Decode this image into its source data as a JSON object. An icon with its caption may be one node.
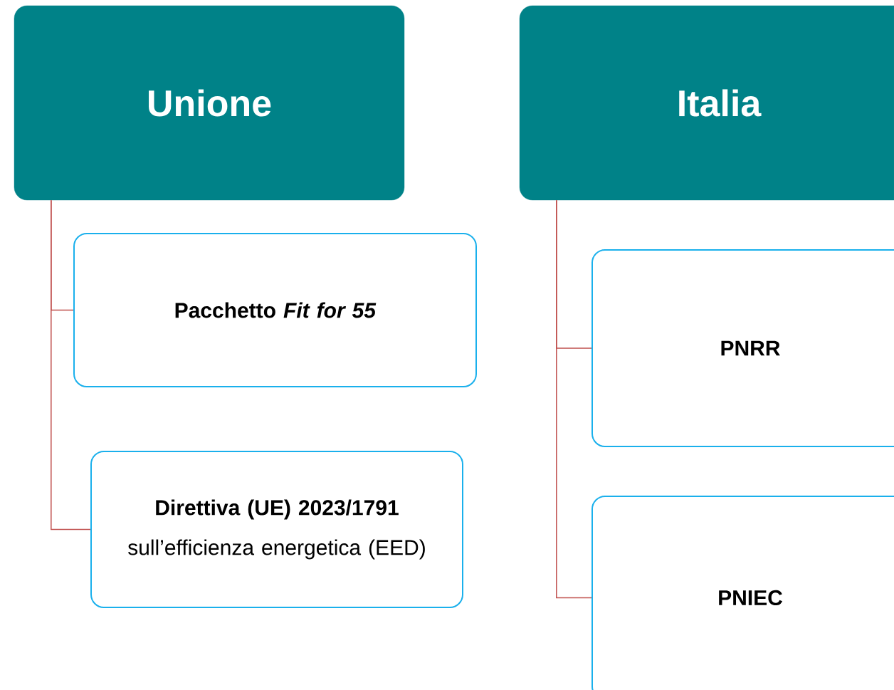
{
  "diagram": {
    "nodes": [
      {
        "text": [
          "Unione"
        ]
      },
      {
        "text": [
          "Pacchetto *Fit for 55*"
        ]
      },
      {
        "text": [
          "**Direttiva (UE) 2023/1791** sull’efficienza energetica (EED)"
        ]
      },
      {
        "text": [
          "Italia"
        ]
      },
      {
        "text": [
          "PNRR"
        ]
      },
      {
        "text": [
          "PNIEC"
        ]
      }
    ],
    "edges": [
      {
        "from": 0,
        "to": 1,
        "arrow": "none"
      },
      {
        "from": 0,
        "to": 2,
        "arrow": "none"
      },
      {
        "from": 3,
        "to": 4,
        "arrow": "none"
      },
      {
        "from": 3,
        "to": 5,
        "arrow": "none"
      }
    ]
  }
}
